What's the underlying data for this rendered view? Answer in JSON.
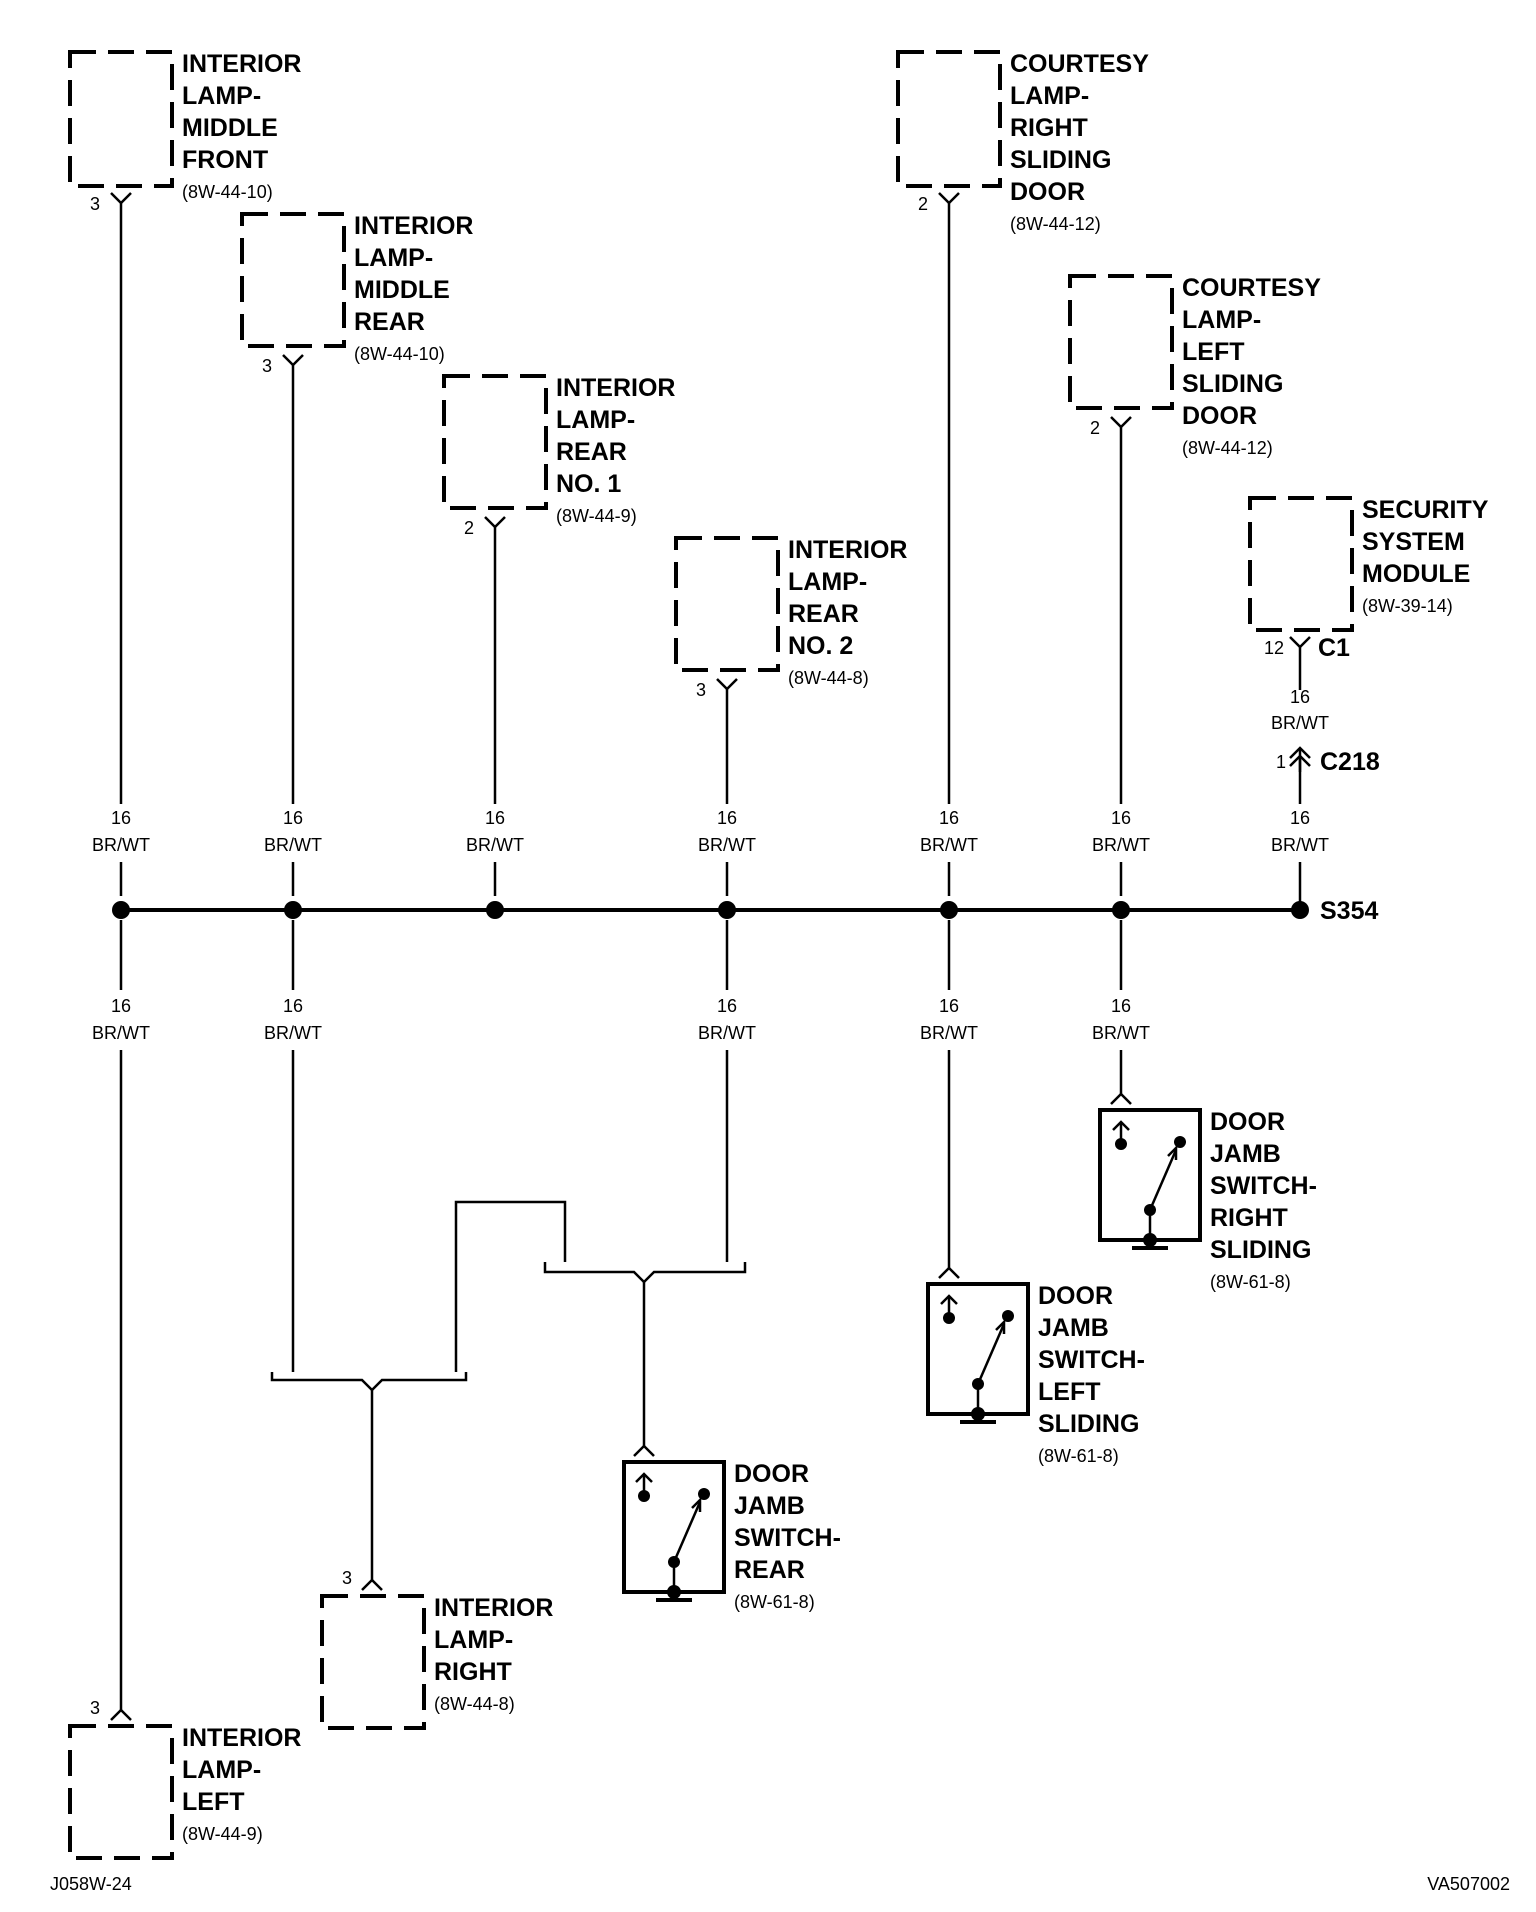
{
  "components": {
    "lamp_middle_front": {
      "lines": [
        "INTERIOR",
        "LAMP-",
        "MIDDLE",
        "FRONT"
      ],
      "ref": "(8W-44-10)",
      "pin": "3"
    },
    "lamp_middle_rear": {
      "lines": [
        "INTERIOR",
        "LAMP-",
        "MIDDLE",
        "REAR"
      ],
      "ref": "(8W-44-10)",
      "pin": "3"
    },
    "lamp_rear_no1": {
      "lines": [
        "INTERIOR",
        "LAMP-",
        "REAR",
        "NO. 1"
      ],
      "ref": "(8W-44-9)",
      "pin": "2"
    },
    "lamp_rear_no2": {
      "lines": [
        "INTERIOR",
        "LAMP-",
        "REAR",
        "NO. 2"
      ],
      "ref": "(8W-44-8)",
      "pin": "3"
    },
    "courtesy_right": {
      "lines": [
        "COURTESY",
        "LAMP-",
        "RIGHT",
        "SLIDING",
        "DOOR"
      ],
      "ref": "(8W-44-12)",
      "pin": "2"
    },
    "courtesy_left": {
      "lines": [
        "COURTESY",
        "LAMP-",
        "LEFT",
        "SLIDING",
        "DOOR"
      ],
      "ref": "(8W-44-12)",
      "pin": "2"
    },
    "security_module": {
      "lines": [
        "SECURITY",
        "SYSTEM",
        "MODULE"
      ],
      "ref": "(8W-39-14)",
      "pin": "12",
      "connector": "C1"
    },
    "lamp_right": {
      "lines": [
        "INTERIOR",
        "LAMP-",
        "RIGHT"
      ],
      "ref": "(8W-44-8)",
      "pin": "3"
    },
    "lamp_left": {
      "lines": [
        "INTERIOR",
        "LAMP-",
        "LEFT"
      ],
      "ref": "(8W-44-9)",
      "pin": "3"
    },
    "switch_rear": {
      "lines": [
        "DOOR",
        "JAMB",
        "SWITCH-",
        "REAR"
      ],
      "ref": "(8W-61-8)"
    },
    "switch_left": {
      "lines": [
        "DOOR",
        "JAMB",
        "SWITCH-",
        "LEFT",
        "SLIDING"
      ],
      "ref": "(8W-61-8)"
    },
    "switch_right": {
      "lines": [
        "DOOR",
        "JAMB",
        "SWITCH-",
        "RIGHT",
        "SLIDING"
      ],
      "ref": "(8W-61-8)"
    }
  },
  "wire": {
    "gauge": "16",
    "color": "BR/WT"
  },
  "inline_connector": {
    "name": "C218",
    "pin": "1"
  },
  "splice": {
    "name": "S354"
  },
  "footer": {
    "left": "J058W-24",
    "right": "VA507002"
  }
}
